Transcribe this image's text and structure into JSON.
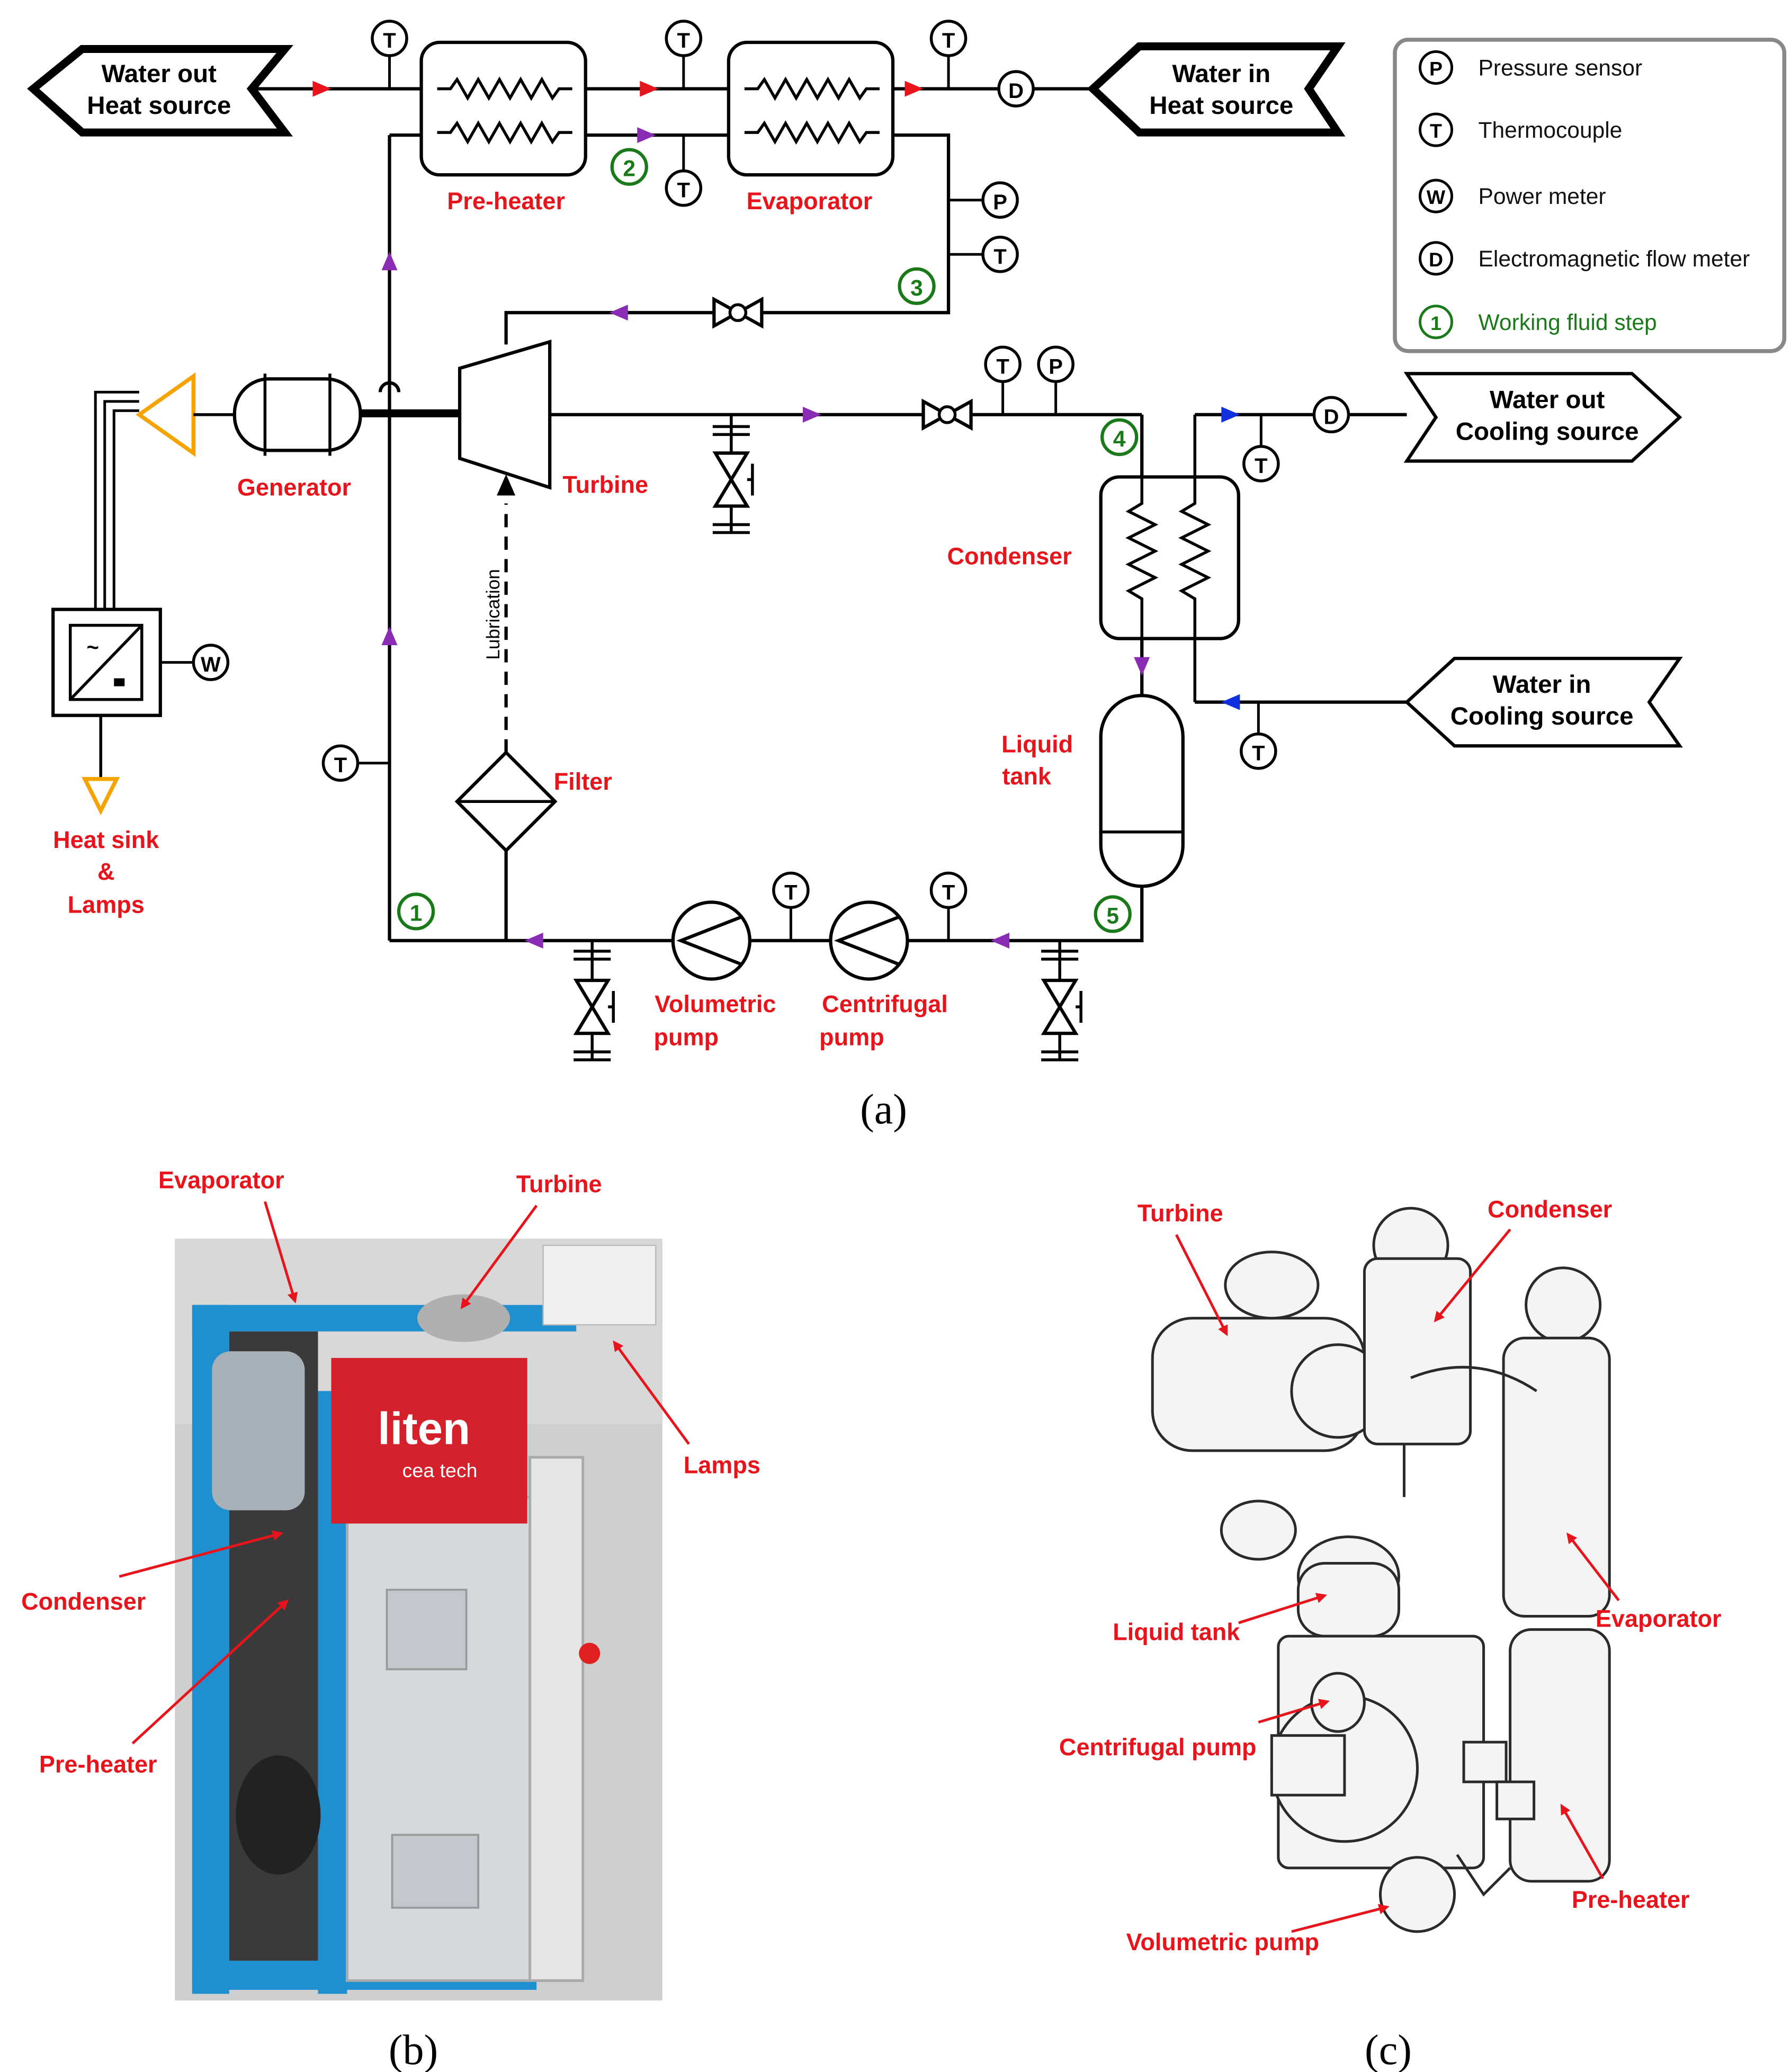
{
  "panel_a": {
    "letter": "(a)",
    "water_out_heat": [
      "Water out",
      "Heat source"
    ],
    "water_in_heat": [
      "Water in",
      "Heat source"
    ],
    "water_out_cool": [
      "Water out",
      "Cooling source"
    ],
    "water_in_cool": [
      "Water in",
      "Cooling source"
    ],
    "preheater": "Pre-heater",
    "evaporator": "Evaporator",
    "generator": "Generator",
    "turbine": "Turbine",
    "condenser": "Condenser",
    "liquid_tank": [
      "Liquid",
      "tank"
    ],
    "filter": "Filter",
    "lubrication": "Lubrication",
    "volumetric_pump": [
      "Volumetric",
      "pump"
    ],
    "centrifugal_pump": [
      "Centrifugal",
      "pump"
    ],
    "heat_sink": [
      "Heat sink",
      "&",
      "Lamps"
    ],
    "steps": [
      "1",
      "2",
      "3",
      "4",
      "5"
    ],
    "sensor_letters": {
      "pressure": "P",
      "thermo": "T",
      "power": "W",
      "flow": "D"
    },
    "legend": [
      {
        "symbol": "P",
        "label": "Pressure sensor",
        "color": "#111111"
      },
      {
        "symbol": "T",
        "label": "Thermocouple",
        "color": "#111111"
      },
      {
        "symbol": "W",
        "label": "Power meter",
        "color": "#111111"
      },
      {
        "symbol": "D",
        "label": "Electromagnetic flow meter",
        "color": "#111111"
      },
      {
        "symbol": "1",
        "label": "Working fluid step",
        "color": "#1a7a1a"
      }
    ],
    "arrow_colors": {
      "heat": "#e8141c",
      "fluid": "#8a2bb4",
      "cooling": "#1030e0",
      "electric": "#f5a300"
    }
  },
  "panel_b": {
    "letter": "(b)",
    "evaporator": "Evaporator",
    "turbine": "Turbine",
    "lamps": "Lamps",
    "condenser": "Condenser",
    "preheater": "Pre-heater",
    "logo_main": "liten",
    "logo_sub": "cea tech"
  },
  "panel_c": {
    "letter": "(c)",
    "turbine": "Turbine",
    "condenser": "Condenser",
    "evaporator": "Evaporator",
    "liquid_tank": "Liquid tank",
    "centrifugal_pump": "Centrifugal pump",
    "preheater": "Pre-heater",
    "volumetric_pump": "Volumetric pump"
  }
}
